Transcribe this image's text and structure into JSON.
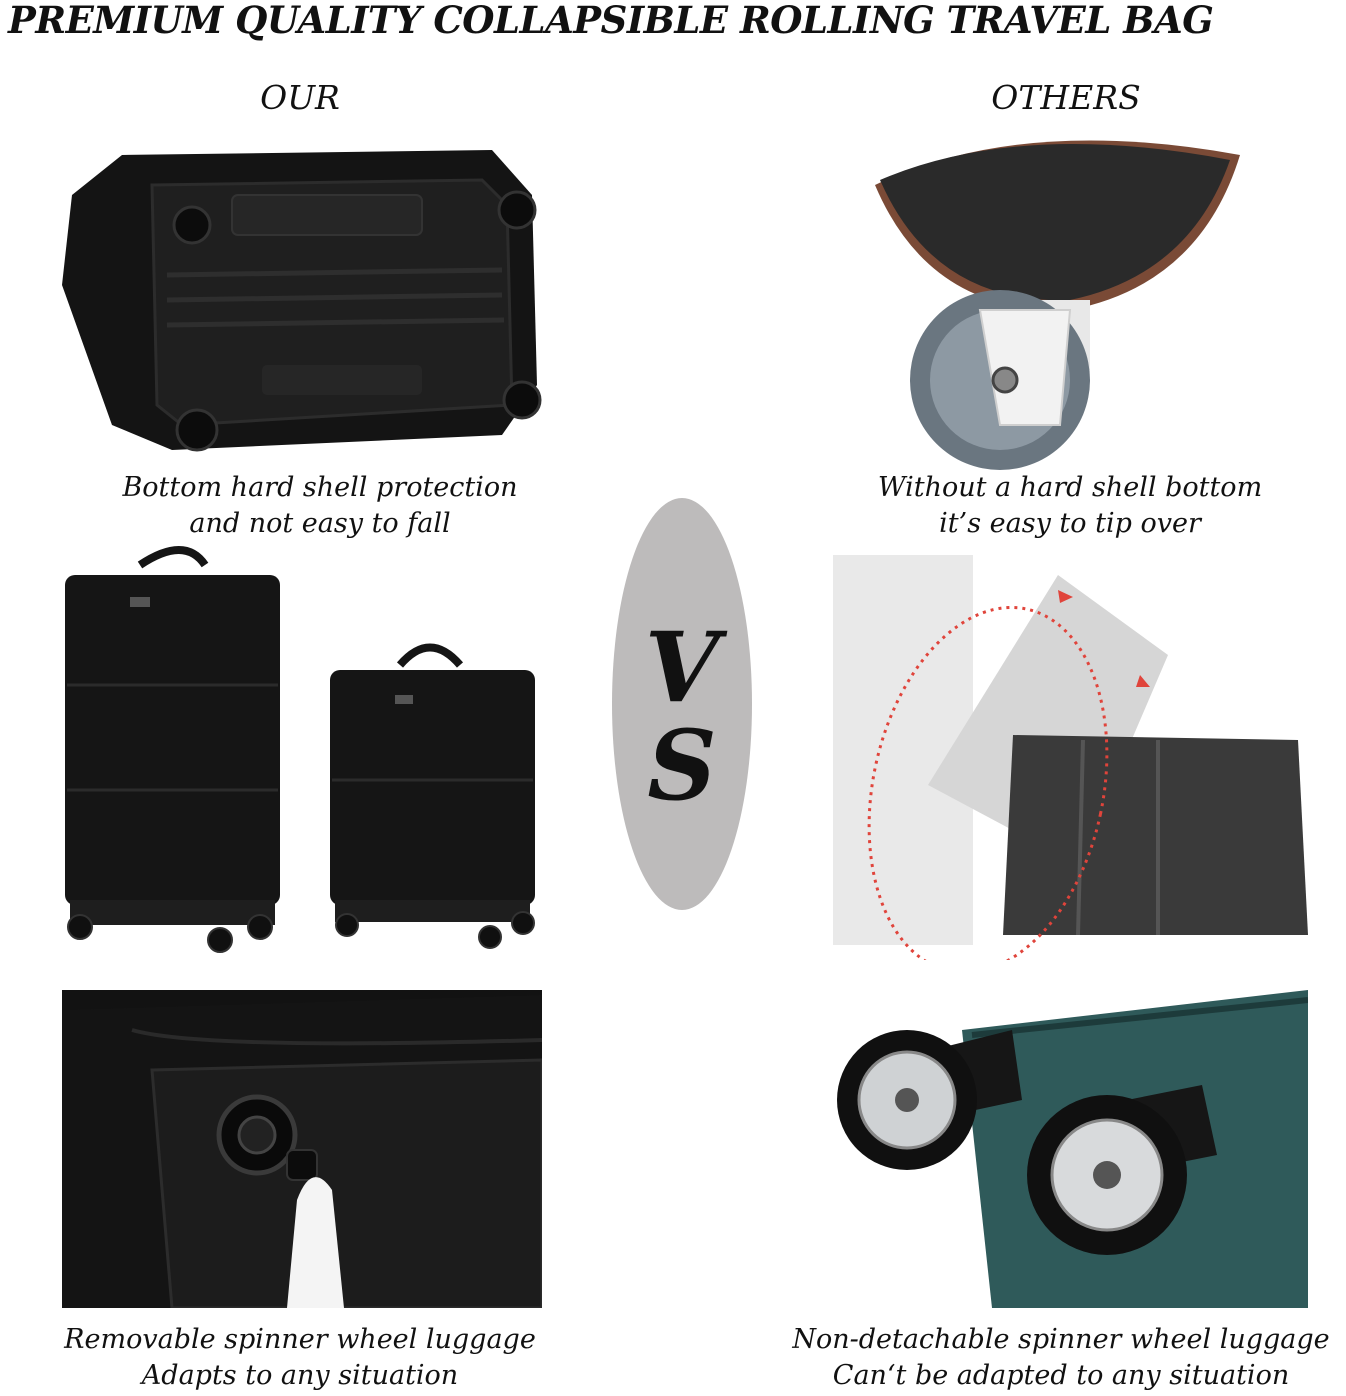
{
  "title": "PREMIUM QUALITY COLLAPSIBLE ROLLING TRAVEL BAG",
  "columns": {
    "ours": "OUR",
    "others": "OTHERS"
  },
  "vs": {
    "v": "V",
    "s": "S"
  },
  "ours": {
    "caption1": {
      "line1": "Bottom hard shell protection",
      "line2": "and not easy to fall"
    },
    "caption3": {
      "line1": "Removable spinner wheel luggage",
      "line2": "Adapts to any situation"
    }
  },
  "others": {
    "caption1": {
      "line1": "Without a hard shell bottom",
      "line2": "it’s easy to tip over"
    },
    "caption3": {
      "line1": "Non-detachable spinner wheel luggage",
      "line2": "Can‘t be adapted to any situation"
    }
  },
  "colors": {
    "bag_black": "#151515",
    "shell_dark": "#1c1c1c",
    "vs_ellipse": "#bdbbbb",
    "teal_shell": "#2f5a5a",
    "dotted_arrow": "#e0443b"
  }
}
